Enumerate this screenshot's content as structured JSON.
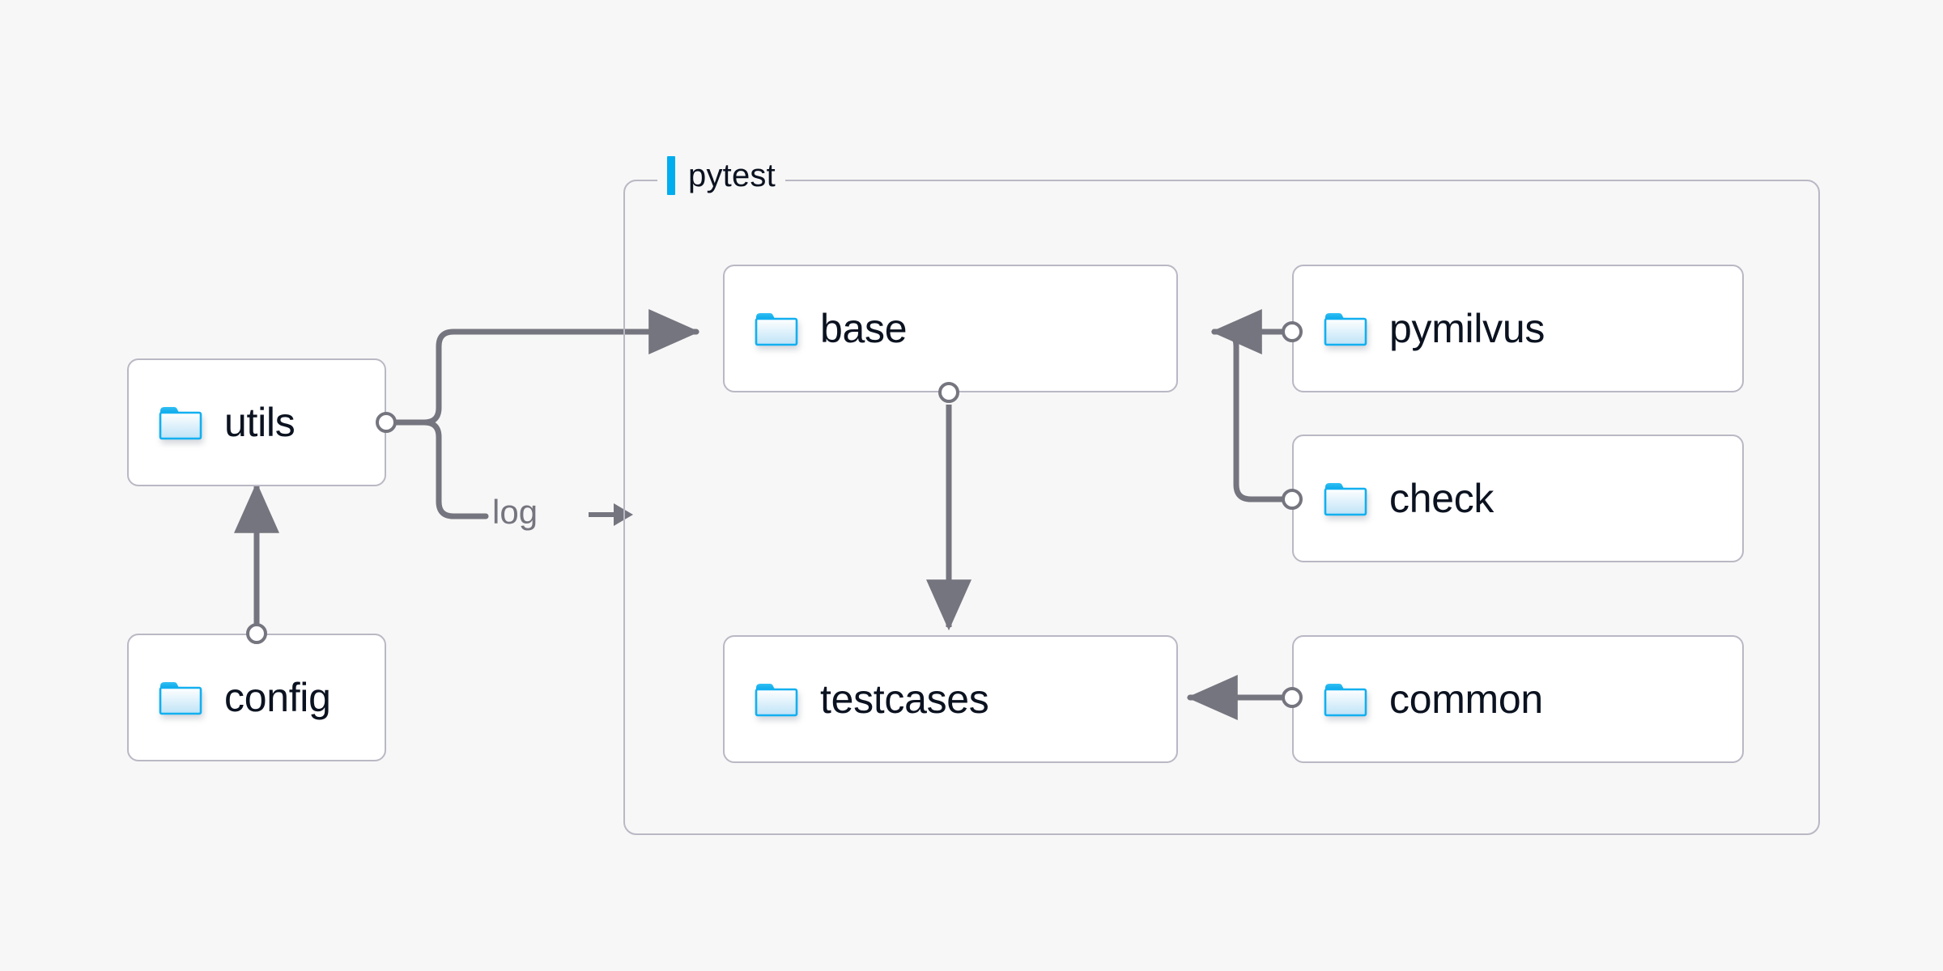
{
  "background_color": "#f7f7f7",
  "accent_color": "#00adee",
  "wire_color": "#75757f",
  "box_border_color": "#b9b8c4",
  "text_color": "#0b1220",
  "diagram": {
    "title": "pytest",
    "group": {
      "label": "pytest",
      "marker_color": "#00adee"
    },
    "nodes": [
      {
        "id": "utils",
        "label": "utils",
        "icon": "folder-icon"
      },
      {
        "id": "config",
        "label": "config",
        "icon": "folder-icon"
      },
      {
        "id": "base",
        "label": "base",
        "icon": "folder-icon"
      },
      {
        "id": "testcases",
        "label": "testcases",
        "icon": "folder-icon"
      },
      {
        "id": "pymilvus",
        "label": "pymilvus",
        "icon": "folder-icon"
      },
      {
        "id": "check",
        "label": "check",
        "icon": "folder-icon"
      },
      {
        "id": "common",
        "label": "common",
        "icon": "folder-icon"
      }
    ],
    "edges": [
      {
        "id": "config-utils",
        "from": "config",
        "to": "utils",
        "label": ""
      },
      {
        "id": "utils-base",
        "from": "utils",
        "to": "base",
        "label": ""
      },
      {
        "id": "utils-log",
        "from": "utils",
        "to": "pytest",
        "label": "log →"
      },
      {
        "id": "base-testcases",
        "from": "base",
        "to": "testcases",
        "label": ""
      },
      {
        "id": "pymilvus-base",
        "from": "pymilvus",
        "to": "base",
        "label": ""
      },
      {
        "id": "check-base",
        "from": "check",
        "to": "base",
        "label": ""
      },
      {
        "id": "common-testcases",
        "from": "common",
        "to": "testcases",
        "label": ""
      }
    ],
    "edge_labels": {
      "log": "log →"
    }
  }
}
